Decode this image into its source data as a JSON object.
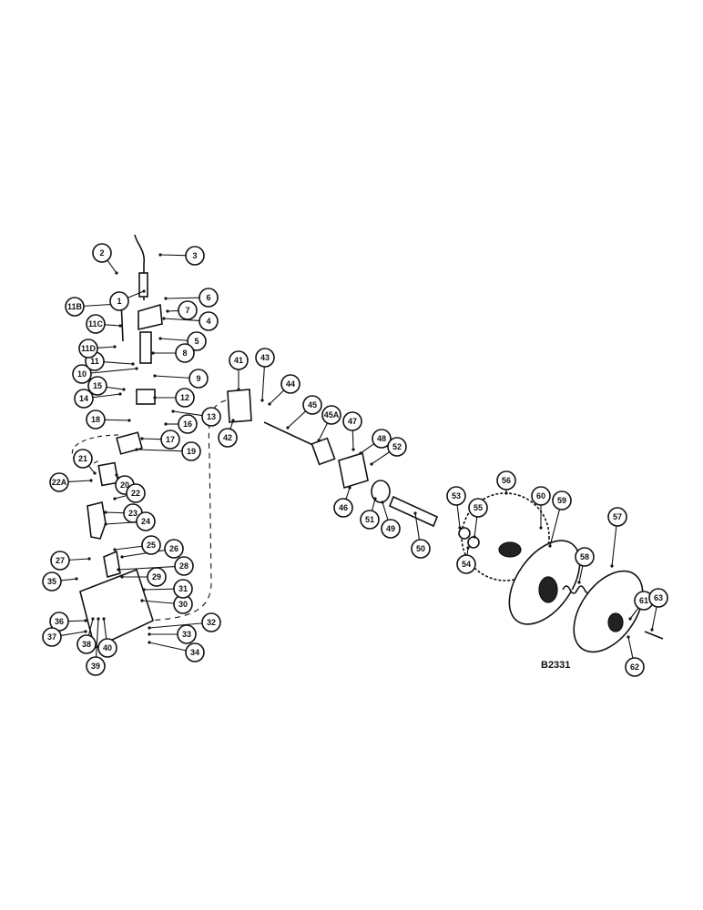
{
  "drawing_code": "B2331",
  "callouts": [
    {
      "label": "1"
    },
    {
      "label": "2"
    },
    {
      "label": "3"
    },
    {
      "label": "4"
    },
    {
      "label": "5"
    },
    {
      "label": "6"
    },
    {
      "label": "7"
    },
    {
      "label": "8"
    },
    {
      "label": "9"
    },
    {
      "label": "10"
    },
    {
      "label": "11"
    },
    {
      "label": "11B"
    },
    {
      "label": "11C"
    },
    {
      "label": "11D"
    },
    {
      "label": "12"
    },
    {
      "label": "13"
    },
    {
      "label": "14"
    },
    {
      "label": "15"
    },
    {
      "label": "16"
    },
    {
      "label": "17"
    },
    {
      "label": "18"
    },
    {
      "label": "19"
    },
    {
      "label": "20"
    },
    {
      "label": "21"
    },
    {
      "label": "22"
    },
    {
      "label": "22A"
    },
    {
      "label": "23"
    },
    {
      "label": "24"
    },
    {
      "label": "25"
    },
    {
      "label": "26"
    },
    {
      "label": "27"
    },
    {
      "label": "28"
    },
    {
      "label": "29"
    },
    {
      "label": "30"
    },
    {
      "label": "31"
    },
    {
      "label": "32"
    },
    {
      "label": "33"
    },
    {
      "label": "34"
    },
    {
      "label": "35"
    },
    {
      "label": "36"
    },
    {
      "label": "37"
    },
    {
      "label": "38"
    },
    {
      "label": "39"
    },
    {
      "label": "40"
    },
    {
      "label": "41"
    },
    {
      "label": "42"
    },
    {
      "label": "43"
    },
    {
      "label": "44"
    },
    {
      "label": "45"
    },
    {
      "label": "45A"
    },
    {
      "label": "46"
    },
    {
      "label": "47"
    },
    {
      "label": "48"
    },
    {
      "label": "49"
    },
    {
      "label": "50"
    },
    {
      "label": "51"
    },
    {
      "label": "52"
    },
    {
      "label": "53"
    },
    {
      "label": "54"
    },
    {
      "label": "55"
    },
    {
      "label": "56"
    },
    {
      "label": "57"
    },
    {
      "label": "58"
    },
    {
      "label": "59"
    },
    {
      "label": "60"
    },
    {
      "label": "61"
    },
    {
      "label": "62"
    },
    {
      "label": "63"
    }
  ]
}
